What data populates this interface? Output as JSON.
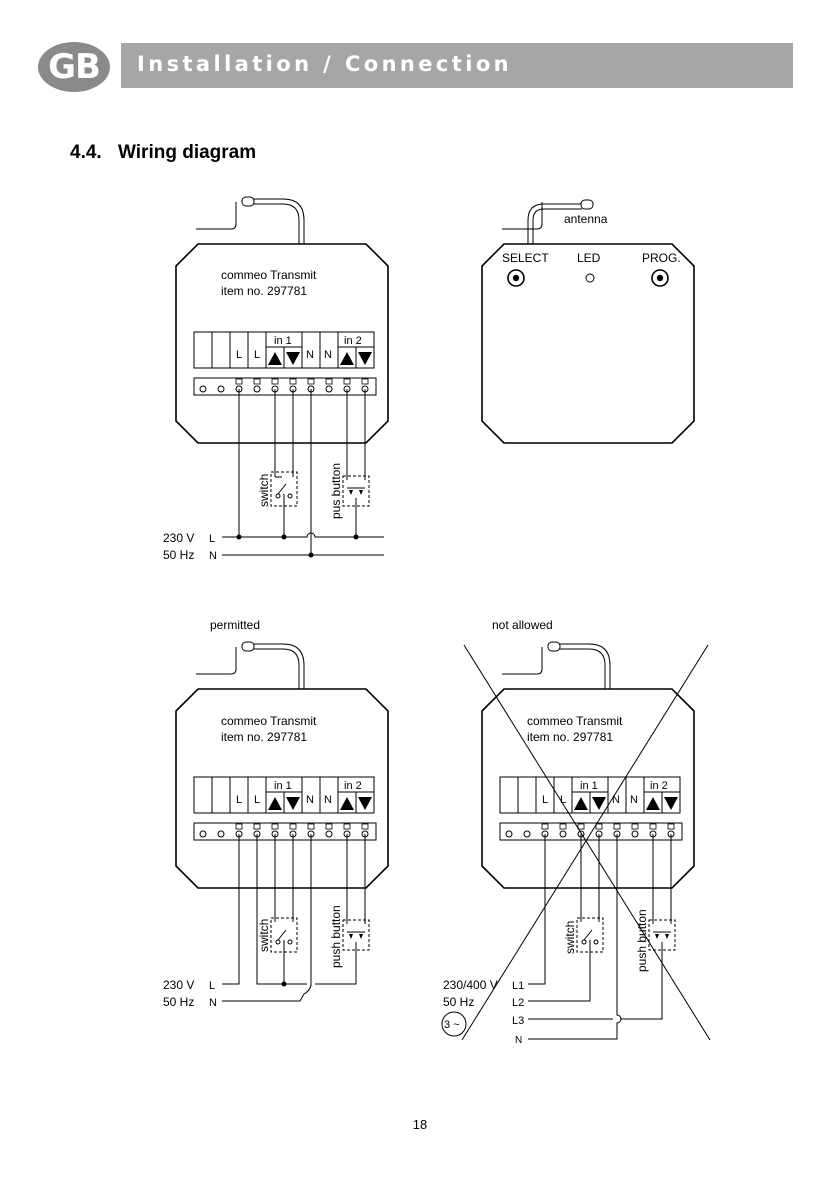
{
  "header": {
    "badge": "GB",
    "title": "Installation / Connection"
  },
  "section": {
    "number": "4.4.",
    "title": "Wiring diagram"
  },
  "device": {
    "name": "commeo Transmit",
    "item": "item no. 297781"
  },
  "terminals": {
    "L": "L",
    "N": "N",
    "in1": "in 1",
    "in2": "in 2"
  },
  "back": {
    "antenna": "antenna",
    "select": "SELECT",
    "led": "LED",
    "prog": "PROG."
  },
  "labels": {
    "switch": "switch",
    "pus_button": "pus button",
    "push_button": "push button",
    "v230": "230 V",
    "hz50": "50 Hz",
    "L": "L",
    "N": "N",
    "permitted": "permitted",
    "not_allowed": "not allowed",
    "v230_400": "230/400 V",
    "L1": "L1",
    "L2": "L2",
    "L3": "L3",
    "three_phase": "3 ~"
  },
  "page_number": "18"
}
